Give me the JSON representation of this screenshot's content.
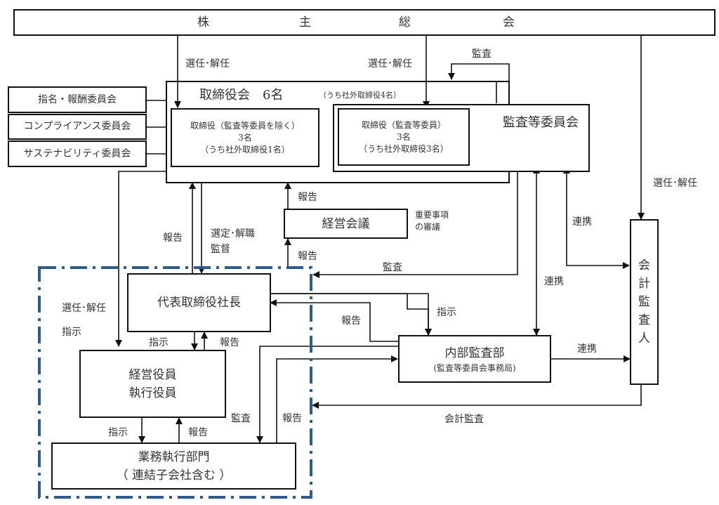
{
  "shareholders_meeting": {
    "chars": [
      "株",
      "主",
      "総",
      "会"
    ],
    "label": "株主総会"
  },
  "committees": [
    {
      "label": "指名・報酬委員会"
    },
    {
      "label": "コンプライアンス委員会"
    },
    {
      "label": "サステナビリティ委員会"
    }
  ],
  "board": {
    "title": "取締役会　6名",
    "note": "（うち社外取締役4名）",
    "non_audit_directors": {
      "line1": "取締役（監査等委員を除く）",
      "line2": "3名",
      "line3": "（うち社外取締役1名）"
    },
    "audit_directors": {
      "line1": "取締役（監査等委員）",
      "line2": "3名",
      "line3": "（うち社外取締役3名）"
    }
  },
  "audit_committee": {
    "title": "監査等委員会"
  },
  "management_meeting": {
    "title": "経営会議",
    "note_line1": "重要事項",
    "note_line2": "の審議"
  },
  "president": {
    "title": "代表取締役社長"
  },
  "officers": {
    "line1": "経営役員",
    "line2": "執行役員"
  },
  "business_units": {
    "line1": "業務執行部門",
    "line2": "（ 連結子会社含む ）"
  },
  "internal_audit": {
    "line1": "内部監査部",
    "line2": "(監査等委員会事務局)"
  },
  "accounting_auditor": {
    "chars": [
      "会",
      "計",
      "監",
      "査",
      "人"
    ]
  },
  "edge_labels": {
    "elect_dismiss_board": "選任･解任",
    "elect_dismiss_audit": "選任･解任",
    "audit_top": "監査",
    "elect_dismiss_auditor": "選任･解任",
    "report_to_board": "報告",
    "appoint_supervise_1": "選定･解職",
    "appoint_supervise_2": "監督",
    "report_mgmt_up": "報告",
    "report_mgmt_down": "報告",
    "audit_president": "監査",
    "cooperate_1": "連携",
    "cooperate_2": "連携",
    "cooperate_3": "連携",
    "elect_dismiss_officers": "選任･解任",
    "instruct_officers": "指示",
    "instruct_president_officers": "指示",
    "report_officers_president": "報告",
    "report_internal_president": "報告",
    "instruct_internal": "指示",
    "instruct_units": "指示",
    "report_units": "報告",
    "audit_units": "監査",
    "report_units_internal": "報告",
    "accounting_audit": "会計監査"
  },
  "colors": {
    "boundary": "#2f5a8a",
    "line": "#111111"
  }
}
